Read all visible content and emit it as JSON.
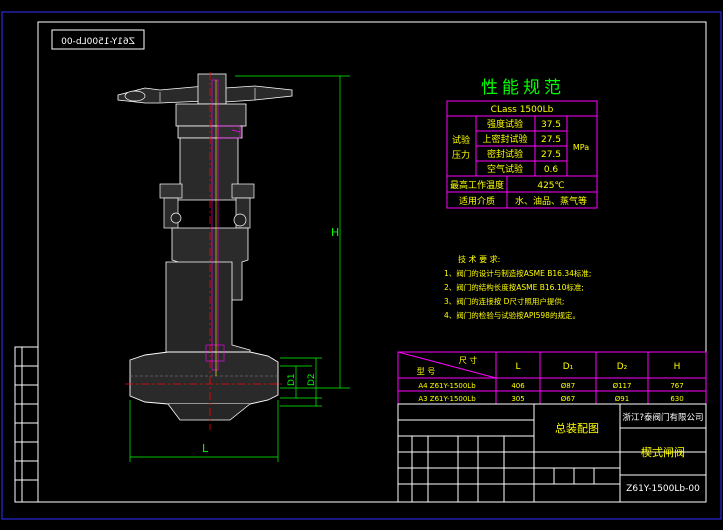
{
  "drawing_number_mirrored": "Z61Y-1500Lb-00",
  "spec": {
    "title": "性能规范",
    "class_label": "CLass 1500Lb",
    "rows": [
      {
        "group": "试验",
        "name": "强度试验",
        "value": "37.5"
      },
      {
        "group": "",
        "name": "上密封试验",
        "value": "27.5"
      },
      {
        "group": "压力",
        "name": "密封试验",
        "value": "27.5"
      },
      {
        "group": "",
        "name": "空气试验",
        "value": "0.6"
      }
    ],
    "unit": "MPa",
    "max_temp_label": "最高工作温度",
    "max_temp_value": "425℃",
    "medium_label": "适用介质",
    "medium_value": "水、油品、蒸气等"
  },
  "notes": {
    "title": "技 术 要 求:",
    "items": [
      "1、阀门的设计与制造按ASME B16.34标准;",
      "2、阀门的结构长度按ASME B16.10标准;",
      "3、阀门的连接按 D尺寸照用户提供;",
      "4、阀门的检验与试验按API598的规定。"
    ]
  },
  "dims": {
    "H": "H",
    "L": "L",
    "D1": "D1",
    "D2": "D2"
  },
  "size_table": {
    "head_size": "尺 寸",
    "head_model": "型 号",
    "columns": [
      "L",
      "D₁",
      "D₂",
      "H"
    ],
    "rows": [
      {
        "model": "A4 Z61Y-1500Lb",
        "values": [
          "406",
          "Ø87",
          "Ø117",
          "767"
        ]
      },
      {
        "model": "A3 Z61Y-1500Lb",
        "values": [
          "305",
          "Ø67",
          "Ø91",
          "630"
        ]
      }
    ]
  },
  "title_block": {
    "assembly": "总装配图",
    "company": "浙江?泰阀门有限公司",
    "product": "楔式闸阀",
    "drawing_no": "Z61Y-1500Lb-00"
  },
  "colors": {
    "magenta": "#ff00ff",
    "yellow": "#ffff00",
    "green": "#00ff00",
    "white": "#ffffff",
    "red": "#ff0000",
    "blue": "#0000ff",
    "cyan": "#00ffff"
  }
}
